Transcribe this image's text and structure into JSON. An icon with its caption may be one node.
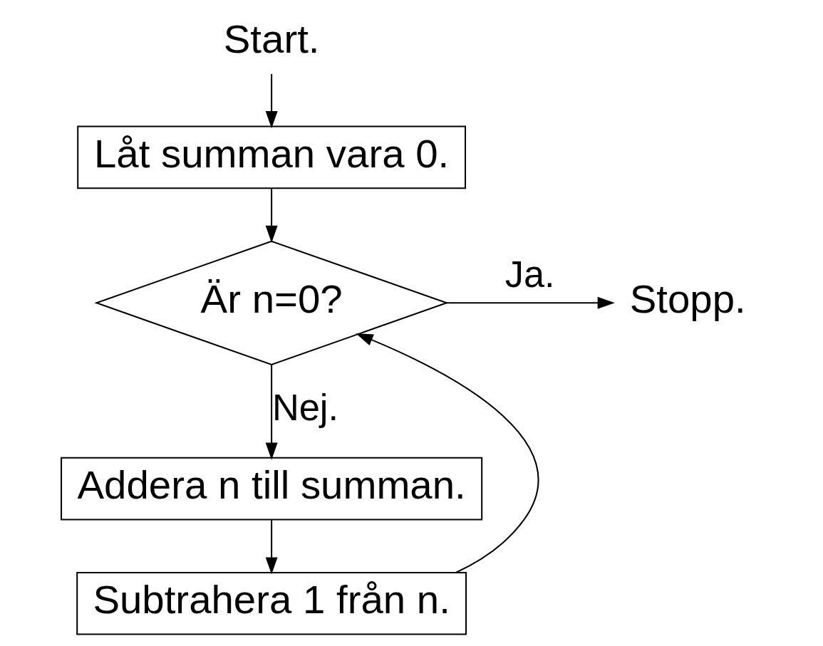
{
  "diagram": {
    "nodes": [
      {
        "text": [
          "Start."
        ]
      },
      {
        "text": [
          "Låt summan vara 0."
        ]
      },
      {
        "text": [
          "Är n=0?"
        ]
      },
      {
        "text": [
          "Stopp."
        ]
      },
      {
        "text": [
          "Addera n till summan."
        ]
      },
      {
        "text": [
          "Subtrahera 1 från n."
        ]
      }
    ],
    "edges": [
      {
        "from": 0,
        "to": 1,
        "arrow": "to"
      },
      {
        "from": 1,
        "to": 2,
        "arrow": "to"
      },
      {
        "from": 2,
        "to": 3,
        "arrow": "to",
        "label": "Ja."
      },
      {
        "from": 2,
        "to": 4,
        "arrow": "to",
        "label": "Nej."
      },
      {
        "from": 4,
        "to": 5,
        "arrow": "to"
      },
      {
        "from": 5,
        "to": 2,
        "arrow": "to"
      }
    ]
  }
}
